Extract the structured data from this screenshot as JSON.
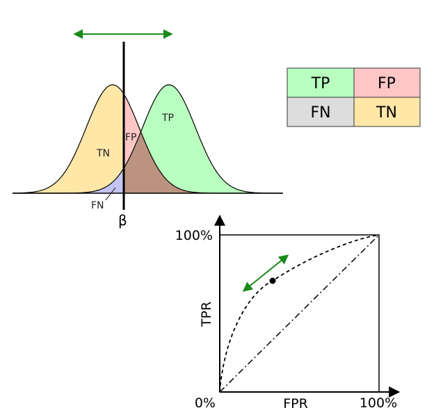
{
  "distributions": {
    "threshold_symbol": "β",
    "regions": [
      {
        "key": "tn",
        "label": "TN"
      },
      {
        "key": "fp",
        "label": "FP"
      },
      {
        "key": "tp",
        "label": "TP"
      },
      {
        "key": "fn",
        "label": "FN"
      }
    ]
  },
  "confusion_matrix": {
    "cells": [
      {
        "label": "TP",
        "color": "#b9ffc0"
      },
      {
        "label": "FP",
        "color": "#ffc6c6"
      },
      {
        "label": "FN",
        "color": "#dddddd"
      },
      {
        "label": "TN",
        "color": "#ffe7a8"
      }
    ]
  },
  "roc": {
    "y_label": "TPR",
    "x_label": "FPR",
    "y_top_tick": "100%",
    "origin_tick": "0%",
    "x_right_tick": "100%"
  },
  "colors": {
    "tn_fill": "#ffe7a8",
    "tp_fill": "#b9ffc0",
    "fp_fill": "#ffc6c6",
    "fn_fill": "#c4c4f4",
    "overlap_fill": "#bb9380",
    "arrow": "#1a8a1a"
  }
}
